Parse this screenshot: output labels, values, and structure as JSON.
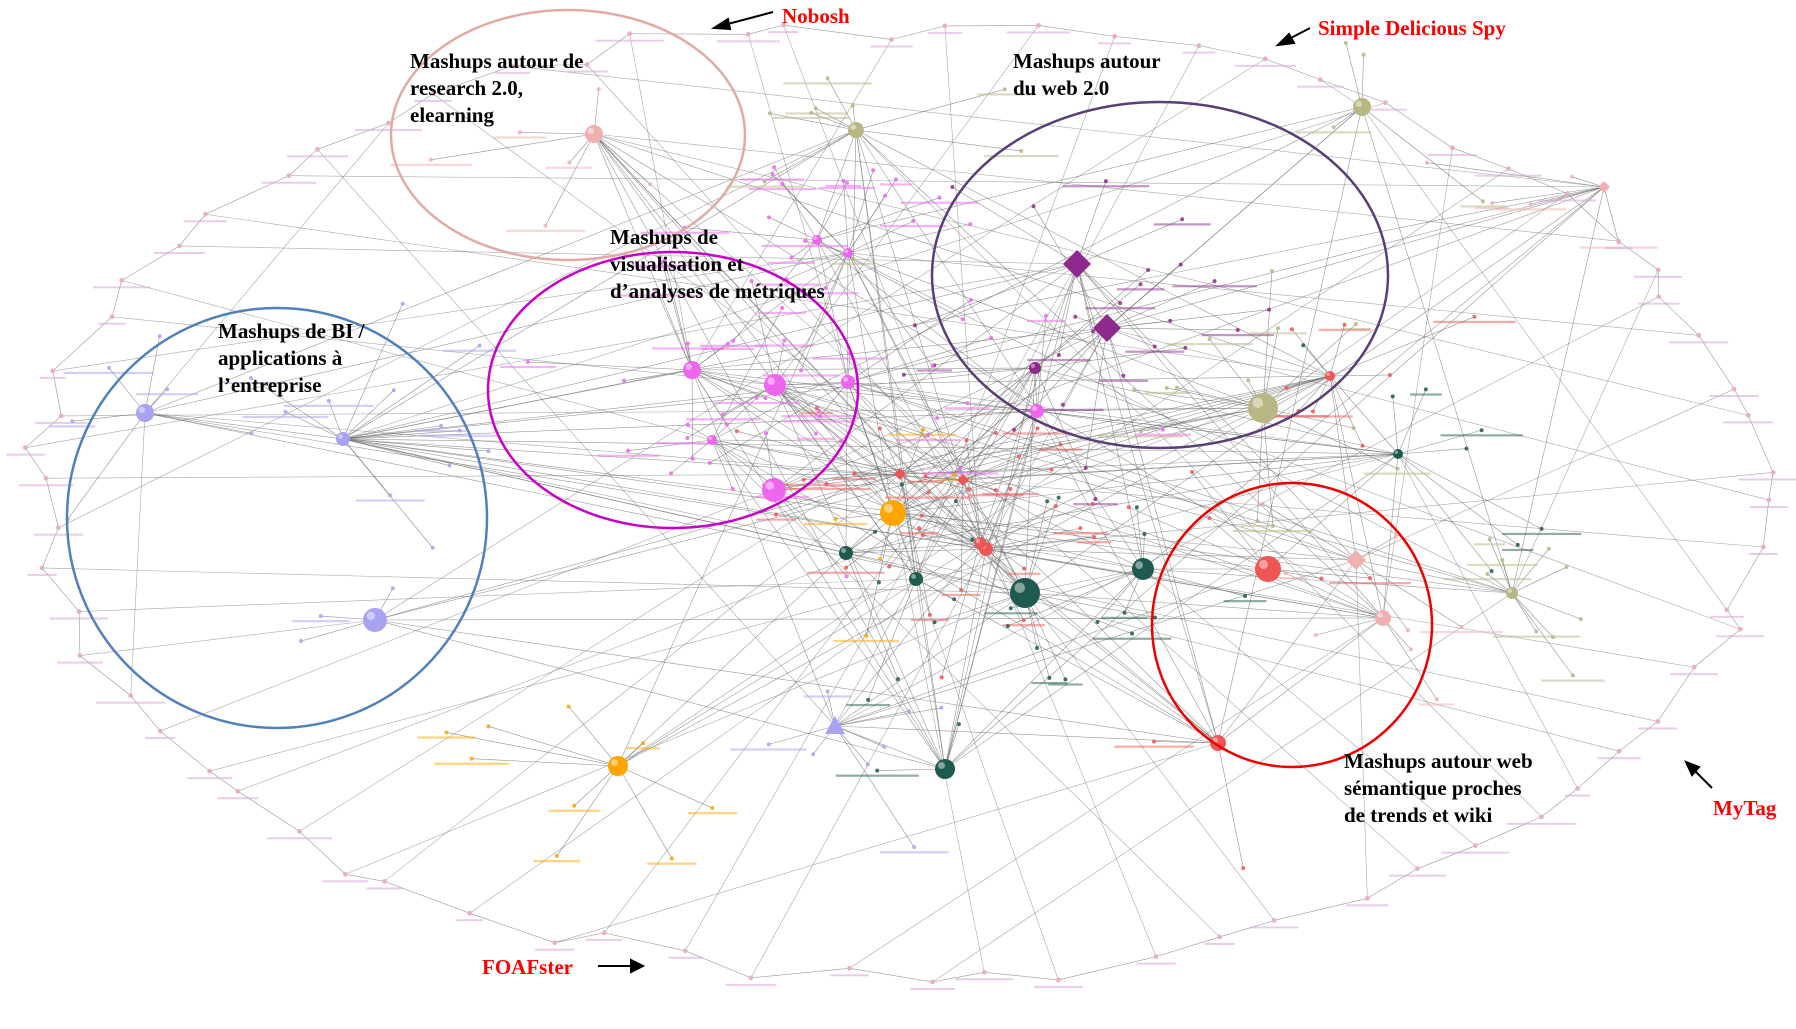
{
  "clusters": {
    "research": {
      "title": "Mashups autour de\nresearch 2.0,\nelearning",
      "color": "#e2aaa4"
    },
    "web20": {
      "title": "Mashups autour\ndu web 2.0",
      "color": "#5b3e76"
    },
    "visualisation": {
      "title": "Mashups de\nvisualisation et\nd’analyses de métriques",
      "color": "#c800c8"
    },
    "bi": {
      "title": "Mashups de BI /\napplications à\nl’entreprise",
      "color": "#4f81bd"
    },
    "semantique": {
      "title": "Mashups autour web\nsémantique proches\nde trends et wiki",
      "color": "#ee0000"
    }
  },
  "callouts": {
    "nobosh": "Nobosh",
    "simple_delicious_spy": "Simple Delicious Spy",
    "mytag": "MyTag",
    "foafster": "FOAFster"
  },
  "colors": {
    "edge": "#6e6e6e",
    "bi_nodes": "#a8a2f2",
    "visualisation_nodes": "#ee66ee",
    "web20_nodes": "#8e2a8e",
    "olive_nodes": "#b8b683",
    "orange_nodes": "#ffa500",
    "teal_nodes": "#1f5a50",
    "red_nodes": "#ee5555",
    "pink_nodes": "#f0b0b0"
  }
}
